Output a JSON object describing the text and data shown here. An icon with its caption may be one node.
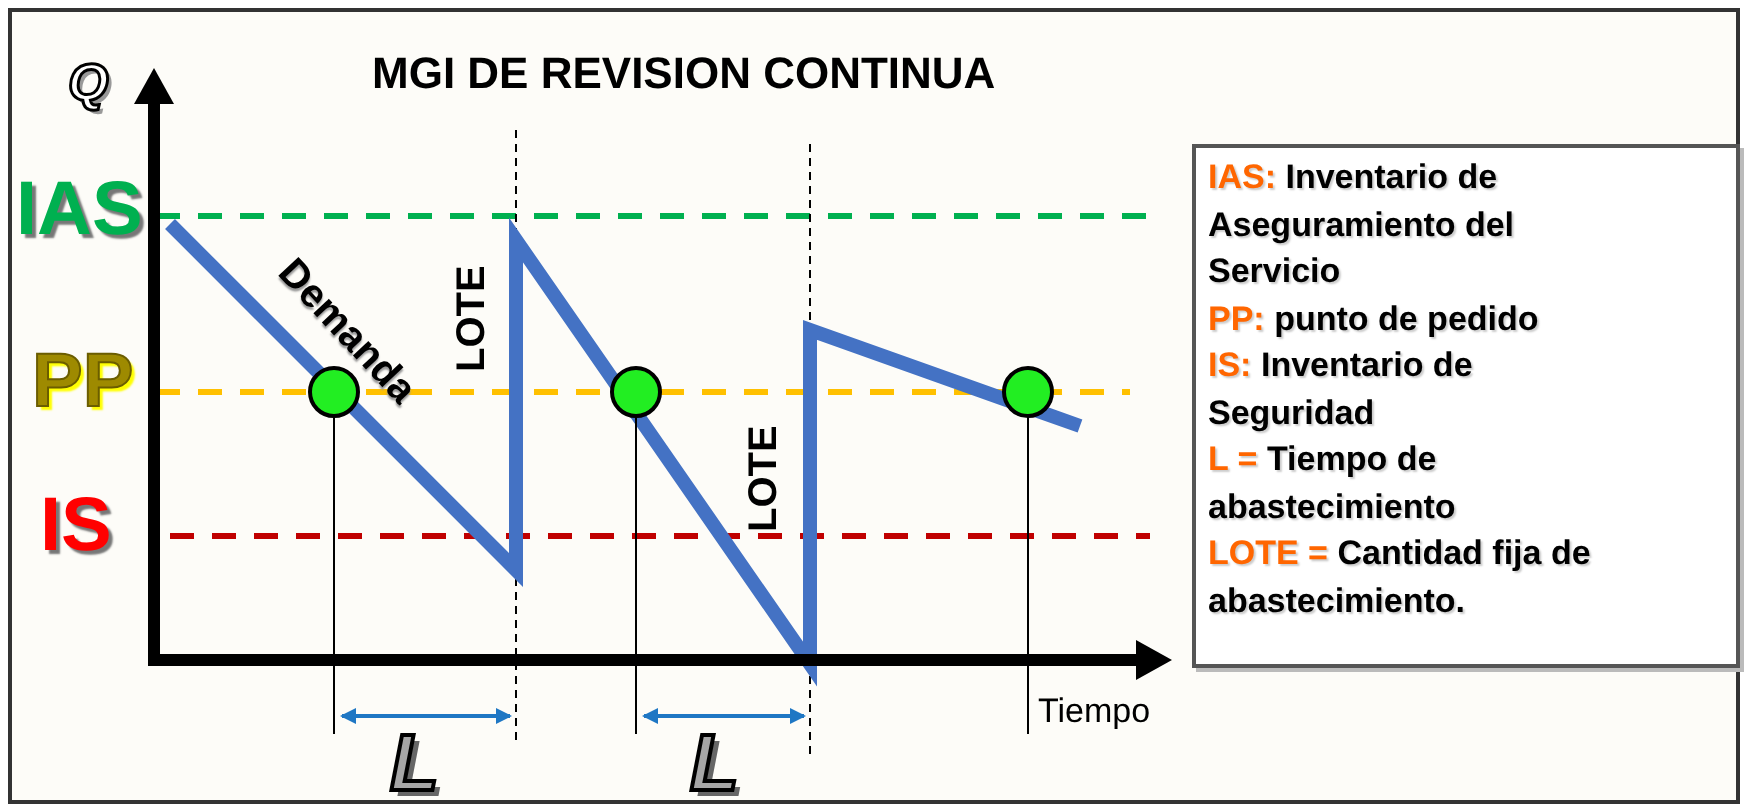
{
  "diagram": {
    "title": "MGI DE REVISION CONTINUA",
    "nodes": [
      {
        "text": [
          "IAS:",
          "Inventario de Aseguramiento del Servicio",
          "PP:",
          "punto de pedido",
          "IS:",
          "Inventario de Seguridad",
          "L =",
          "Tiempo de abastecimiento",
          "LOTE =",
          "Cantidad fija de abastecimiento."
        ]
      }
    ],
    "labels": [
      "Q",
      "IAS",
      "PP",
      "IS",
      "Demanda",
      "LOTE",
      "LOTE",
      "Tiempo",
      "L",
      "L"
    ]
  }
}
